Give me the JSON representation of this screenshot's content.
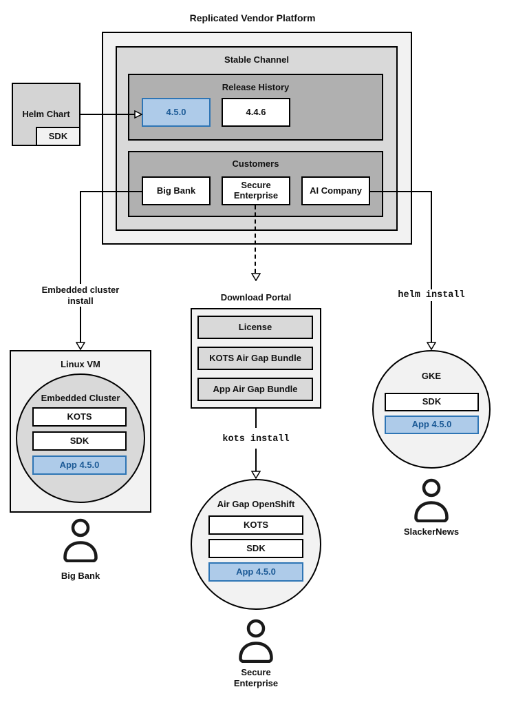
{
  "title": "Replicated Vendor Platform",
  "stable": {
    "label": "Stable Channel"
  },
  "release_history": {
    "label": "Release History",
    "releases": [
      {
        "version": "4.5.0",
        "highlighted": true
      },
      {
        "version": "4.4.6",
        "highlighted": false
      }
    ]
  },
  "customers": {
    "label": "Customers",
    "items": [
      {
        "name": "Big Bank"
      },
      {
        "name": "Secure Enterprise"
      },
      {
        "name": "AI Company"
      }
    ]
  },
  "helm_chart": {
    "label": "Helm Chart",
    "sdk": "SDK"
  },
  "left_flow": {
    "edge_label": "Embedded cluster install",
    "vm_label": "Linux VM",
    "cluster_label": "Embedded Cluster",
    "components": [
      "KOTS",
      "SDK",
      "App 4.5.0"
    ],
    "actor": "Big Bank"
  },
  "middle_flow": {
    "portal_label": "Download Portal",
    "portal_items": [
      "License",
      "KOTS Air Gap Bundle",
      "App Air Gap Bundle"
    ],
    "edge_label": "kots install",
    "cluster_label": "Air Gap OpenShift",
    "components": [
      "KOTS",
      "SDK",
      "App 4.5.0"
    ],
    "actor": "Secure Enterprise"
  },
  "right_flow": {
    "edge_label": "helm install",
    "cluster_label": "GKE",
    "components": [
      "SDK",
      "App 4.5.0"
    ],
    "actor": "SlackerNews"
  },
  "colors": {
    "highlight_fill": "#aecbe9",
    "highlight_border": "#2e75b5",
    "highlight_text": "#1c5a96",
    "gray_light": "#f2f2f2",
    "gray_mid": "#d9d9d9",
    "gray_dark": "#b0b0b0",
    "line": "#000000"
  }
}
